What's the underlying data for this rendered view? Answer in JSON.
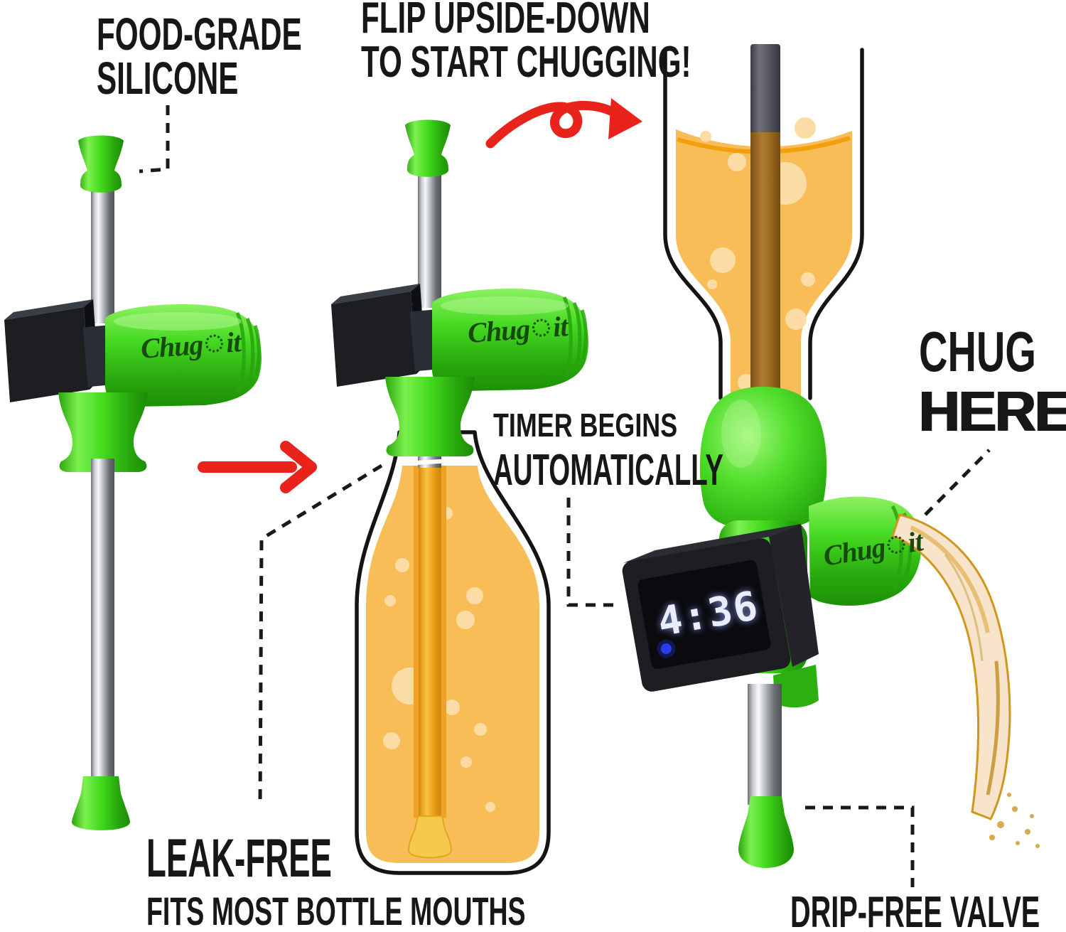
{
  "brand": {
    "prefix": "Chug",
    "suffix": "it"
  },
  "annotations": {
    "food_grade": {
      "line1": "FOOD-GRADE",
      "line2": "SILICONE"
    },
    "flip": {
      "line1": "FLIP UPSIDE-DOWN",
      "line2": "TO START CHUGGING!"
    },
    "timer": {
      "line1": "TIMER BEGINS",
      "line2": "AUTOMATICALLY"
    },
    "chug_here": {
      "line1": "CHUG",
      "line2": "HERE"
    },
    "leak_free": {
      "title": "LEAK-FREE",
      "subtitle": "FITS MOST BOTTLE MOUTHS"
    },
    "drip_free": {
      "label": "DRIP-FREE VALVE"
    }
  },
  "timer_display": {
    "value": "4:36",
    "led_color": "#2b3cf0"
  },
  "icons": {
    "brand_cap": "bottle-cap",
    "transform_arrow": "arrow-right",
    "flip_arrow": "curled-arrow-right"
  },
  "colors": {
    "silicone_green": "#3fd81f",
    "arrow_red": "#e8231c",
    "liquid_orange": "#f8bd57",
    "label_text": "#171717",
    "timer_digits": "#e9eeff"
  }
}
